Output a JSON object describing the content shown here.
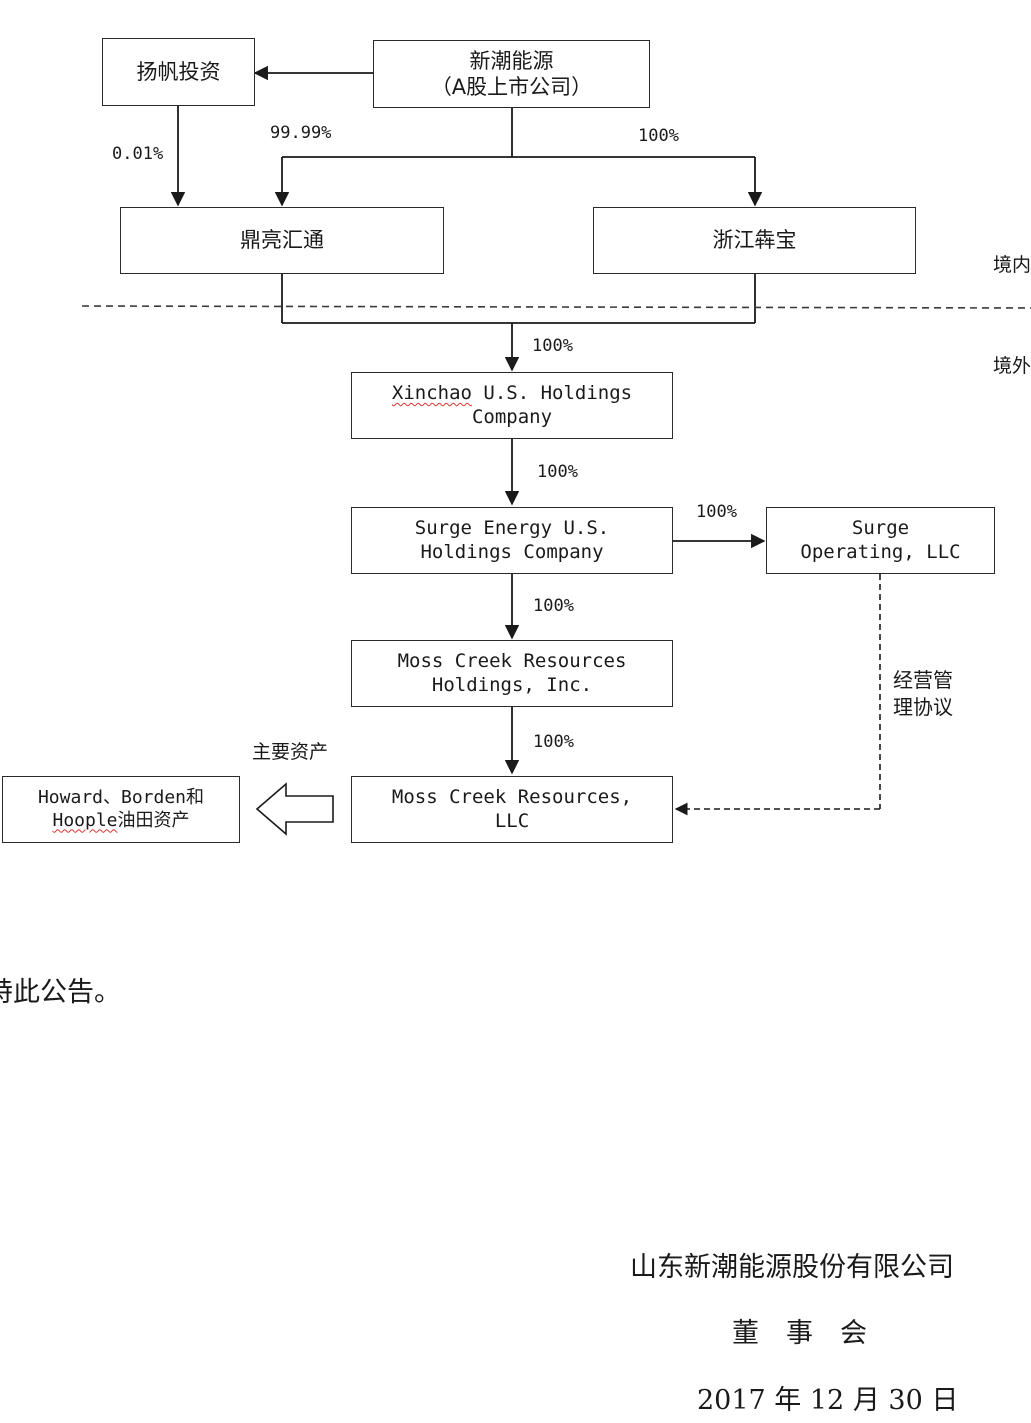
{
  "diagram": {
    "nodes": {
      "xinchao": {
        "line1": "新潮能源",
        "line2": "（A股上市公司）"
      },
      "yangfan": "扬帆投资",
      "dingliang": "鼎亮汇通",
      "zhejiang": "浙江犇宝",
      "us_holdings": {
        "word1": "Xinchao",
        "rest1": " U.S. Holdings",
        "line2": "Company"
      },
      "surge_holdings": {
        "line1": "Surge Energy U.S.",
        "line2": "Holdings Company"
      },
      "surge_operating": {
        "line1": "Surge",
        "line2": "Operating, LLC"
      },
      "moss_holdings": {
        "line1": "Moss Creek Resources",
        "line2": "Holdings, Inc."
      },
      "moss_llc": {
        "line1": "Moss Creek Resources,",
        "line2": "LLC"
      },
      "oil_assets": {
        "line1": "Howard、Borden和",
        "word2": "Hoople",
        "rest2": "油田资产"
      }
    },
    "edge_labels": {
      "yangfan_to_dingliang": "0.01%",
      "xinchao_to_dingliang": "99.99%",
      "xinchao_to_zhejiang": "100%",
      "to_us_holdings": "100%",
      "to_surge_holdings": "100%",
      "to_surge_operating": "100%",
      "to_moss_holdings": "100%",
      "to_moss_llc": "100%",
      "management": {
        "line1": "经营管",
        "line2": "理协议"
      },
      "main_assets": "主要资产"
    },
    "regions": {
      "domestic": "境内",
      "overseas": "境外"
    }
  },
  "closing": "特此公告。",
  "signature": {
    "company": "山东新潮能源股份有限公司",
    "board": "董　事　会",
    "date": "2017 年 12 月 30 日"
  }
}
